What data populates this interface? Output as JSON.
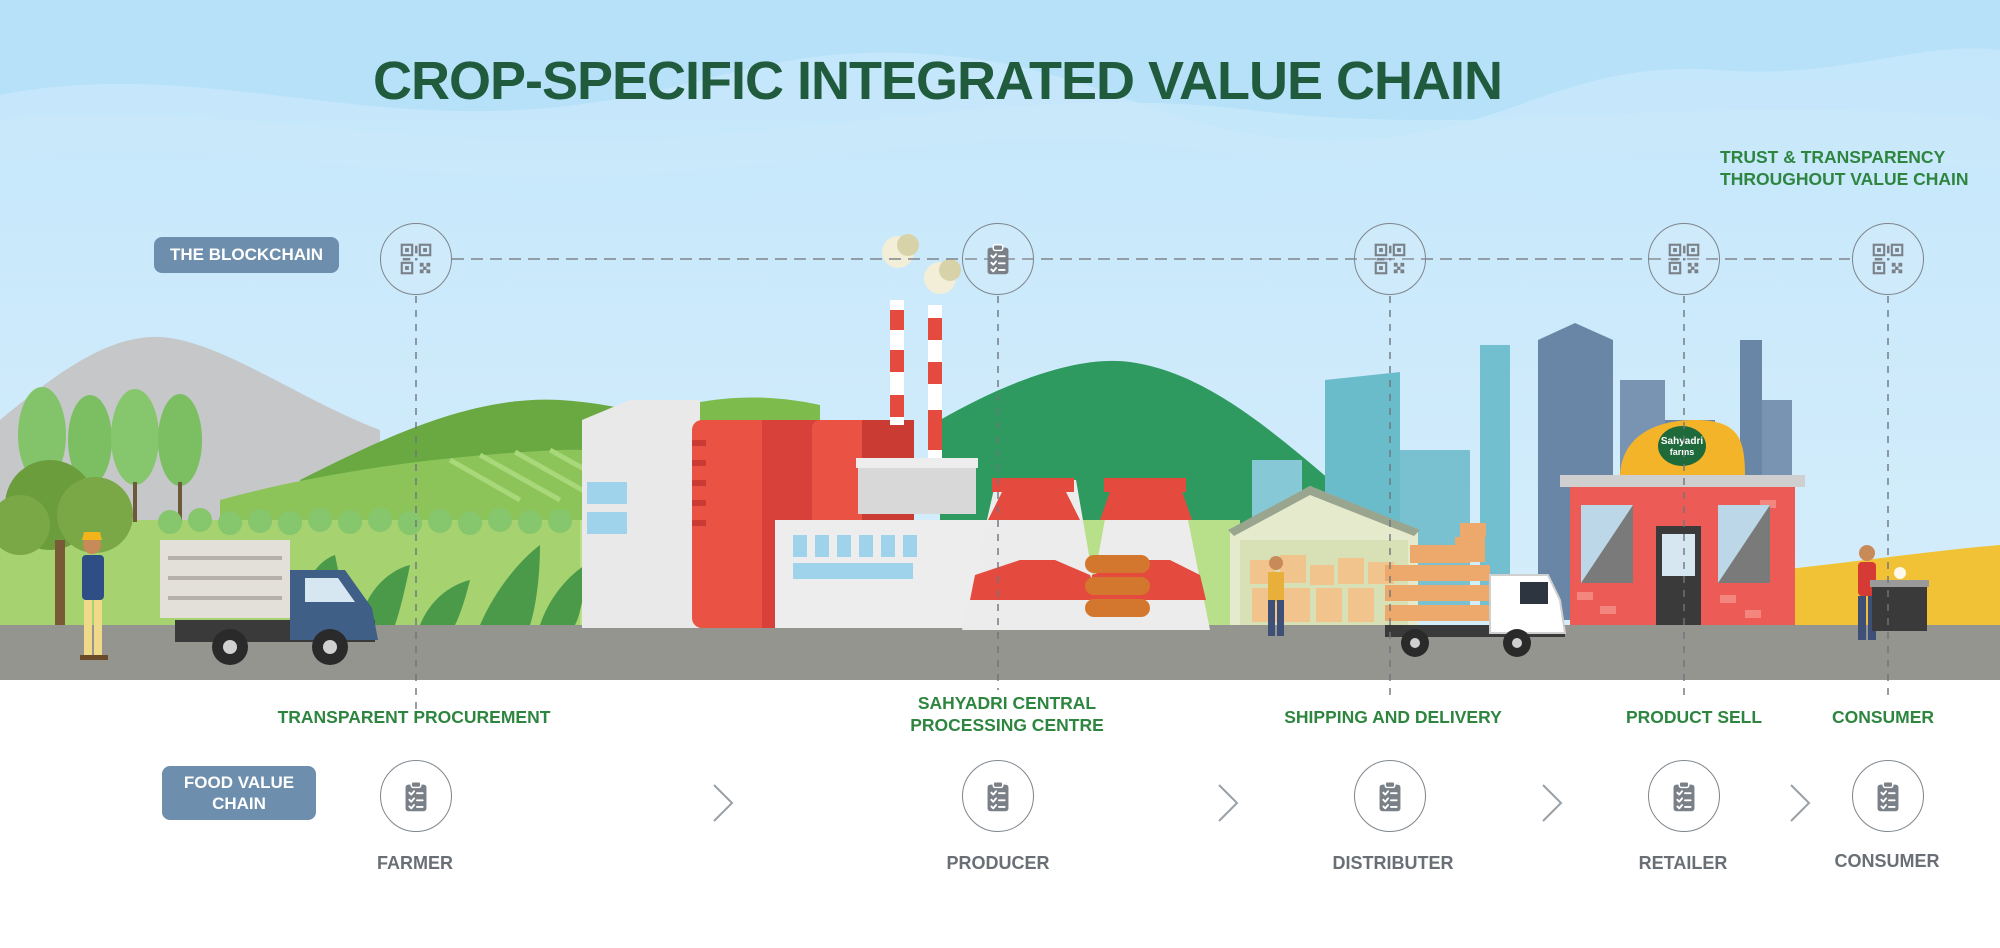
{
  "title": "CROP-SPECIFIC INTEGRATED VALUE CHAIN",
  "trust_note": {
    "line1": "TRUST & TRANSPARENCY",
    "line2": "THROUGHOUT VALUE CHAIN"
  },
  "blockchain_label": "THE BLOCKCHAIN",
  "food_value_chain_label": {
    "line1": "FOOD VALUE",
    "line2": "CHAIN"
  },
  "shop_sign": {
    "line1": "Sahyadri",
    "line2": "farms"
  },
  "blockchain_nodes": [
    {
      "icon": "qr-code-icon"
    },
    {
      "icon": "clipboard-check-icon"
    },
    {
      "icon": "qr-code-icon"
    },
    {
      "icon": "qr-code-icon"
    },
    {
      "icon": "qr-code-icon"
    }
  ],
  "stages": [
    {
      "label": [
        "TRANSPARENT PROCUREMENT"
      ],
      "role": "FARMER",
      "icon": "clipboard-check-icon"
    },
    {
      "label": [
        "SAHYADRI CENTRAL",
        "PROCESSING CENTRE"
      ],
      "role": "PRODUCER",
      "icon": "clipboard-check-icon"
    },
    {
      "label": [
        "SHIPPING AND DELIVERY"
      ],
      "role": "DISTRIBUTER",
      "icon": "clipboard-check-icon"
    },
    {
      "label": [
        "PRODUCT SELL"
      ],
      "role": "RETAILER",
      "icon": "clipboard-check-icon"
    },
    {
      "label": [
        "CONSUMER"
      ],
      "role": "CONSUMER",
      "icon": "clipboard-check-icon"
    }
  ],
  "colors": {
    "title": "#1f5b3c",
    "stage_label": "#2e8540",
    "role_label": "#6a6f75",
    "pill": "#6d8eac",
    "sky": "#c7e8fa",
    "road": "#959590"
  }
}
